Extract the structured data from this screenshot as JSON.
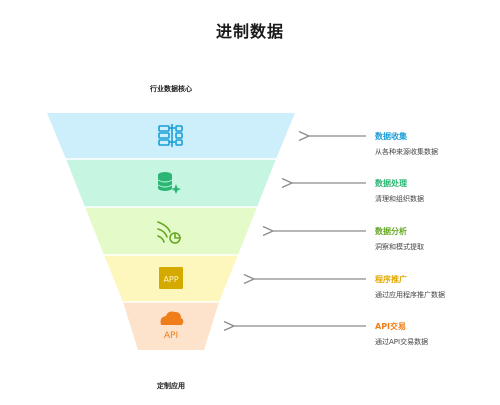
{
  "title": "进制数据",
  "top_label": "行业数据核心",
  "bottom_label": "定制应用",
  "tiers": [
    {
      "title": "数据收集",
      "desc": "从各种来源收集数据",
      "fill": "#cdeefb",
      "accent": "#1a9ed8",
      "icon": "server-nodes-icon"
    },
    {
      "title": "数据处理",
      "desc": "清理和组织数据",
      "fill": "#c6f5e2",
      "accent": "#2bb673",
      "icon": "database-sparkle-icon"
    },
    {
      "title": "数据分析",
      "desc": "洞察和模式提取",
      "fill": "#e4fbc9",
      "accent": "#66a823",
      "icon": "analysis-chart-icon"
    },
    {
      "title": "程序推广",
      "desc": "通过应用程序推广数据",
      "fill": "#fdf7bd",
      "accent": "#d4aa00",
      "icon": "app-icon"
    },
    {
      "title": "API交易",
      "desc": "通过API交易数据",
      "fill": "#fde3cb",
      "accent": "#ef7d1a",
      "icon": "cloud-api-icon"
    }
  ],
  "icon_text": {
    "app": "APP",
    "api": "API"
  }
}
